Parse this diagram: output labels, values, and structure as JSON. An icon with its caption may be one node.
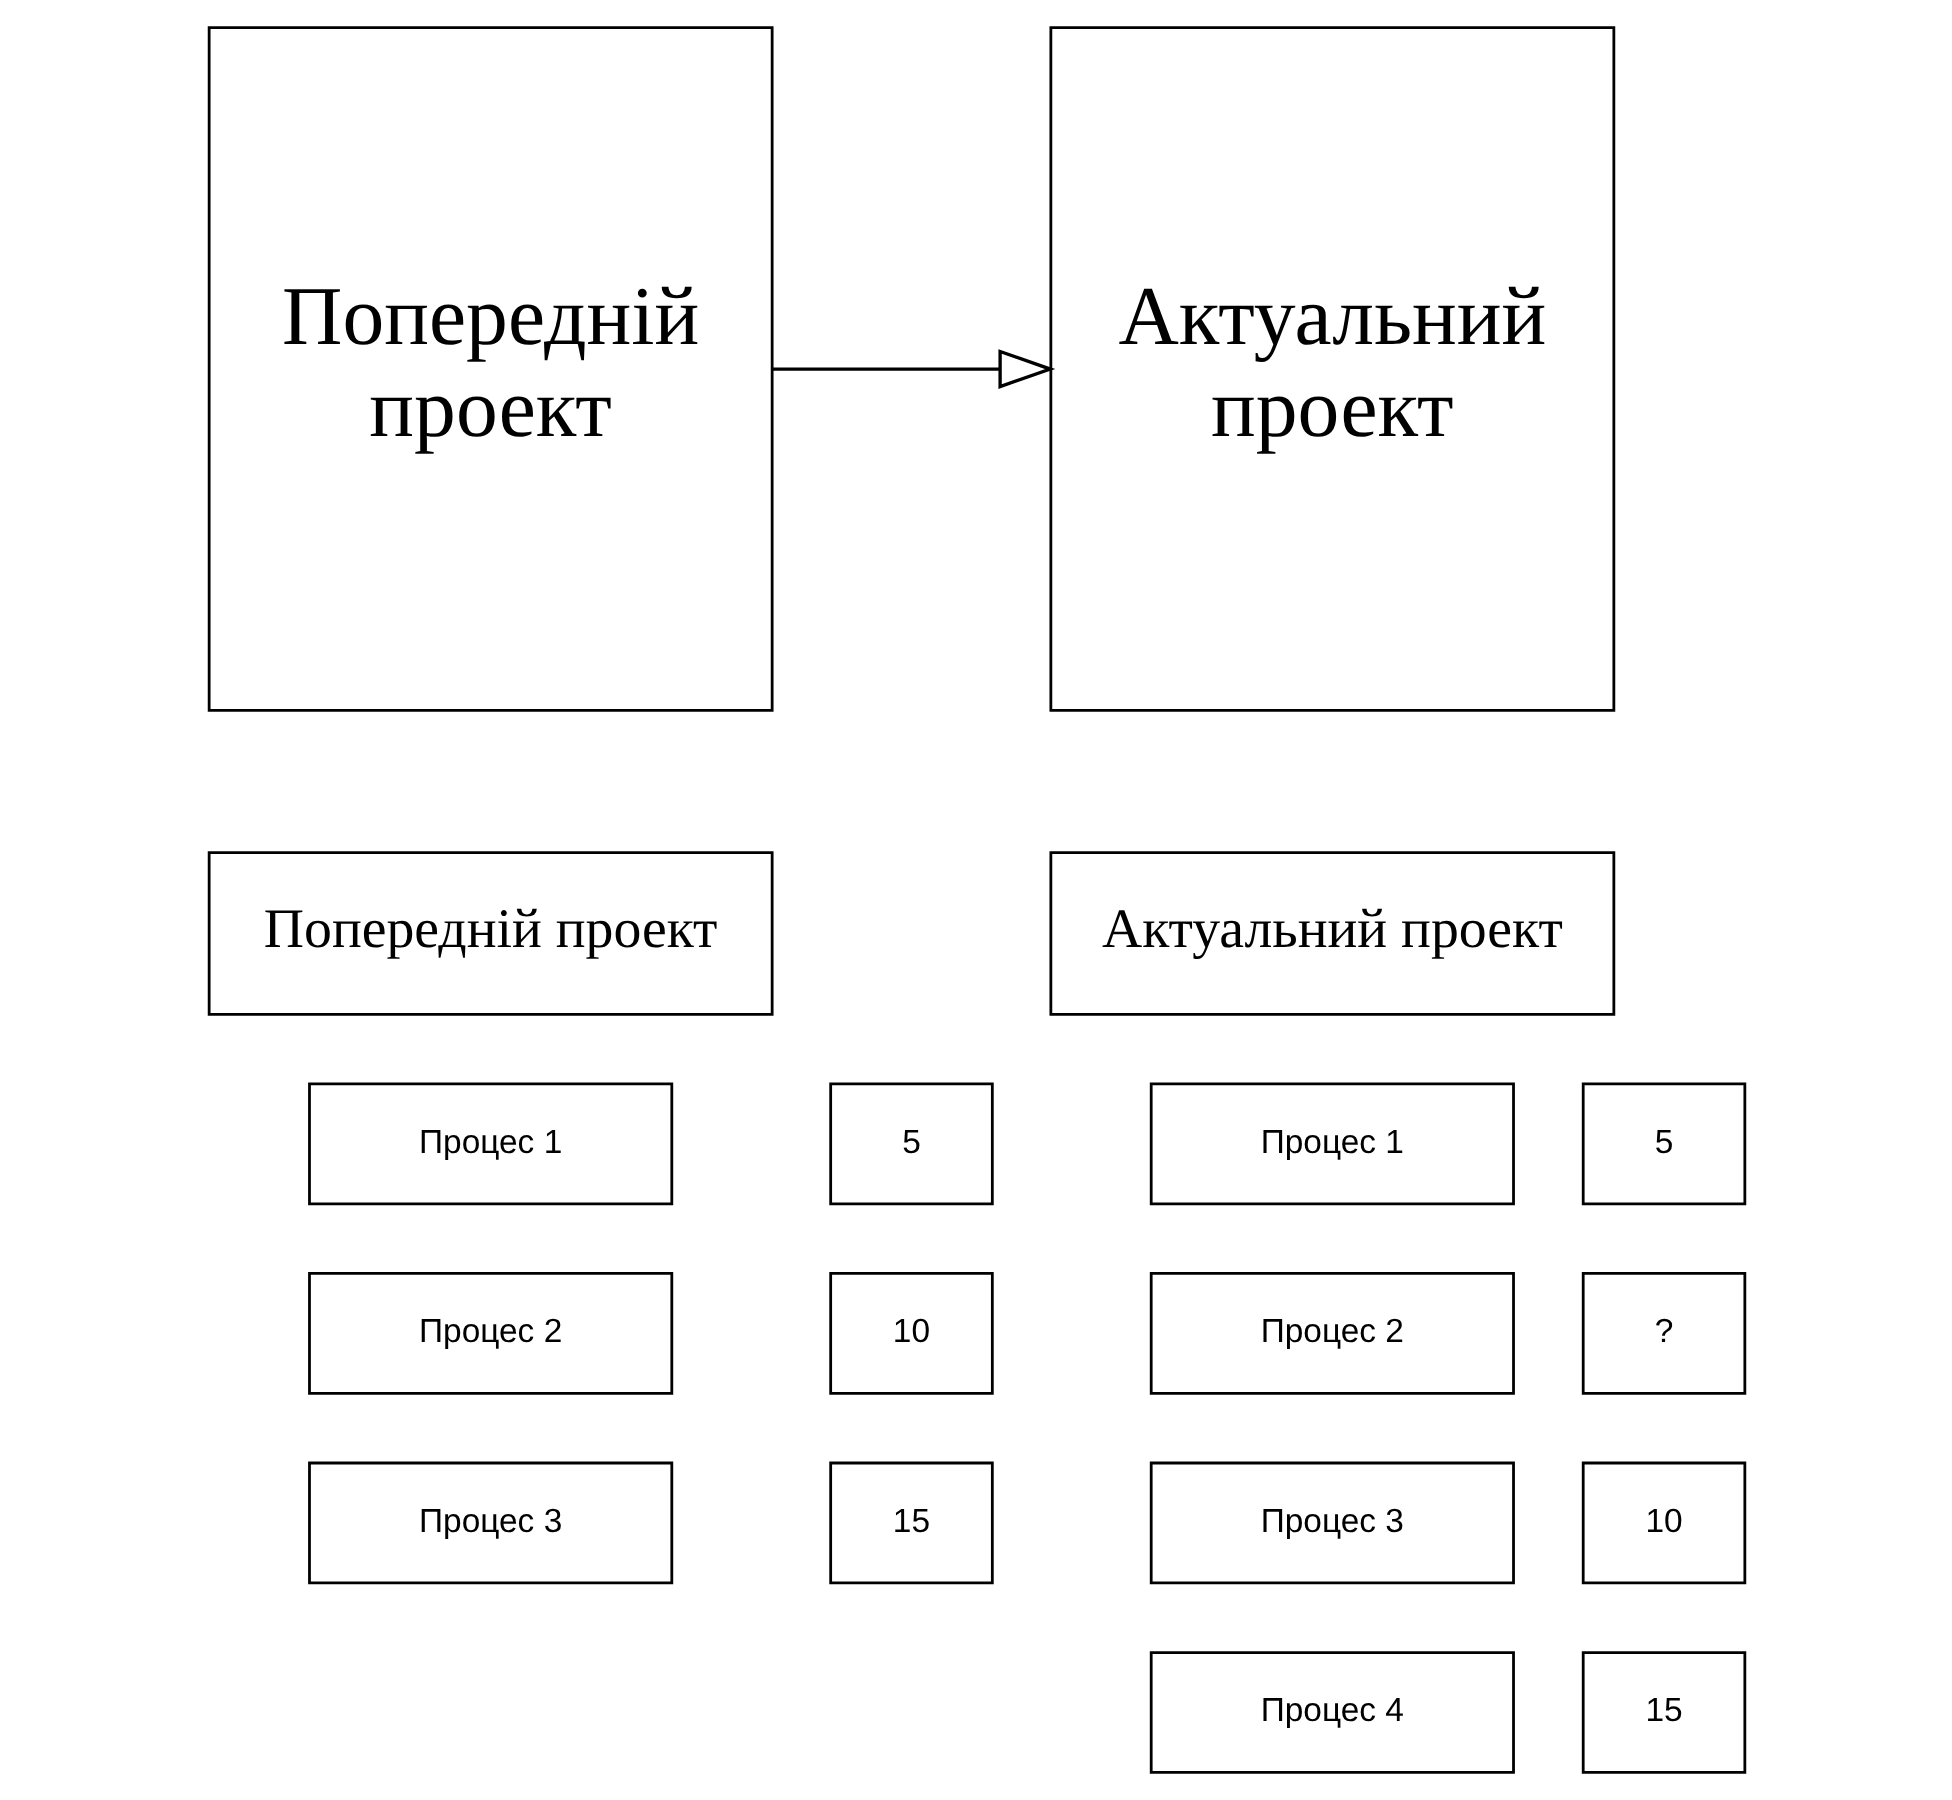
{
  "diagram": {
    "nodes": [
      {
        "text": [
          "Попередній проект"
        ]
      },
      {
        "text": [
          "Актуальний проект"
        ]
      },
      {
        "text": [
          "Попередній проект"
        ]
      },
      {
        "text": [
          "Актуальний проект"
        ]
      },
      {
        "text": [
          "Процес 1"
        ]
      },
      {
        "text": [
          "5"
        ]
      },
      {
        "text": [
          "Процес 1"
        ]
      },
      {
        "text": [
          "5"
        ]
      },
      {
        "text": [
          "Процес 2"
        ]
      },
      {
        "text": [
          "10"
        ]
      },
      {
        "text": [
          "Процес 2"
        ]
      },
      {
        "text": [
          "?"
        ]
      },
      {
        "text": [
          "Процес 3"
        ]
      },
      {
        "text": [
          "15"
        ]
      },
      {
        "text": [
          "Процес 3"
        ]
      },
      {
        "text": [
          "10"
        ]
      },
      {
        "text": [
          "Процес 4"
        ]
      },
      {
        "text": [
          "15"
        ]
      }
    ],
    "edges": [
      {
        "from": 0,
        "to": 1,
        "arrow": "to"
      }
    ]
  }
}
